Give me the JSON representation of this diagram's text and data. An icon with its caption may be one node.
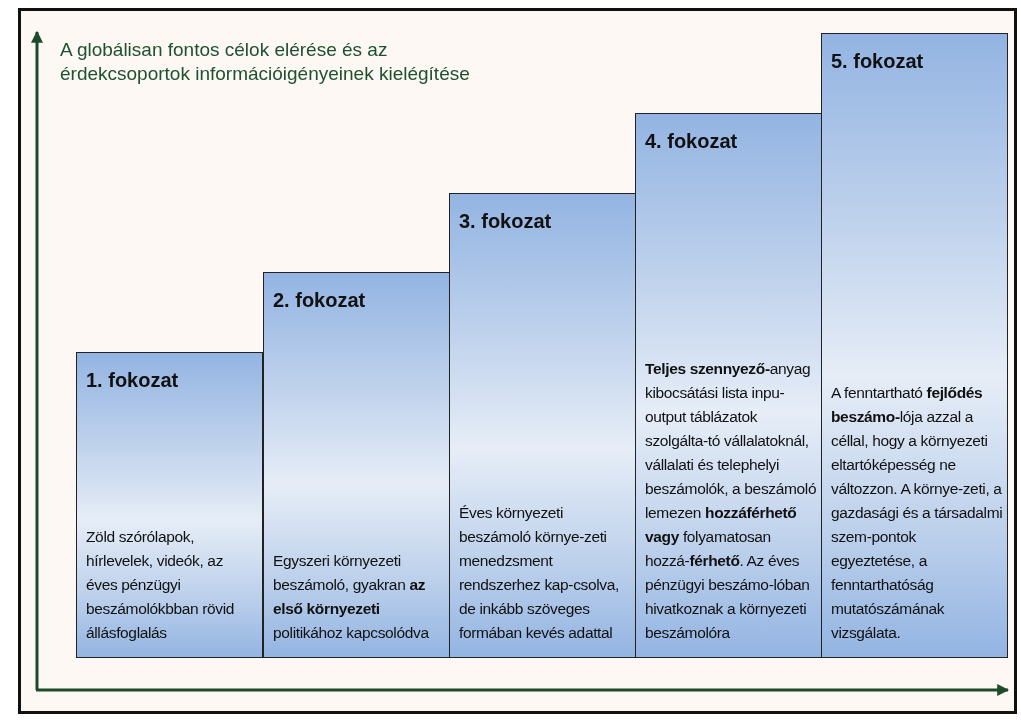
{
  "diagram": {
    "nodes": [
      {
        "text": [
          "1. fokozat",
          "Zöld szórólapok, hírlevelek, videók, az éves pénzügyi beszámolókbban rövid állásfoglalás"
        ]
      },
      {
        "text": [
          "2. fokozat",
          "Egyszeri környezeti beszámoló, gyakran **az első környezeti** politikához kapcsolódva"
        ]
      },
      {
        "text": [
          "3. fokozat",
          "Éves környezeti beszámoló környe-zeti menedzsment rendszerhez kap-csolva, de inkább szöveges formában kevés adattal"
        ]
      },
      {
        "text": [
          "4. fokozat",
          "**Teljes szennyező-**anyag kibocsátási lista inpu-output táblázatok szolgálta-tó vállalatoknál, vállalati és telephelyi beszámolók, a beszámoló lemezen **hozzáférhető vagy** folyamatosan hozzá-**férhető**. Az éves pénzügyi beszámo-lóban hivatkoznak a környezeti beszámolóra"
        ]
      },
      {
        "text": [
          "5. fokozat",
          "A fenntartható **fejlődés beszámo-**lója azzal a céllal, hogy a környezeti eltartóképesség ne változzon. A környe-zeti, a gazdasági és a társadalmi szem-pontok egyeztetése, a fenntarthatóság mutatószámának vizsgálata."
        ]
      }
    ],
    "labels": [
      "A globálisan fontos célok elérése és az érdekcsoportok információigényeinek kielégítése"
    ]
  }
}
